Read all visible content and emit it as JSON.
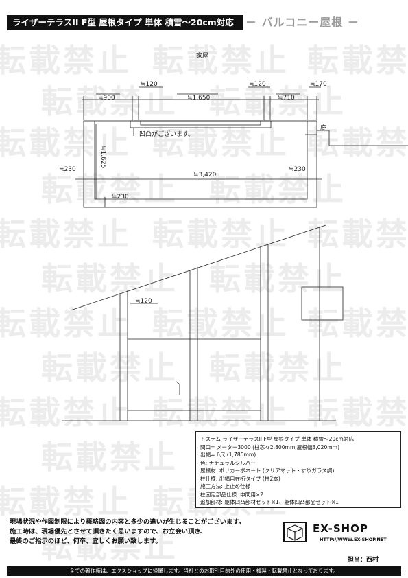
{
  "header": {
    "title": "ライザーテラスII F型 屋根タイプ 単体 積雪〜20cm対応",
    "subtitle": "－ バルコニー屋根 －"
  },
  "watermark": {
    "text": "転載禁止"
  },
  "drawing": {
    "house_label": "家屋",
    "eave_label": "庇",
    "note_label": "凹凸がございます。",
    "dims": {
      "d120_left": "≒120",
      "d120_right": "≒120",
      "d170": "≒170",
      "d900": "≒900",
      "d1650": "≒1,650",
      "d710": "≒710",
      "d1625": "≒1,625",
      "d230_left": "≒230",
      "d3420": "≒3,420",
      "d230_right": "≒230",
      "d230_bottom": "≒230",
      "d120_elev": "≒120"
    }
  },
  "spec": {
    "lines": [
      "トステム ライザーテラスII F型 屋根タイプ 単体 積雪〜20cm対応",
      "間口= メーター3000 (柱芯々2,800mm 屋根幅3,020mm)",
      "出幅= 6尺 (1,785mm)",
      "色: ナチュラルシルバー",
      "屋根材: ポリカーボネート (クリアマット・すりガラス調)",
      "柱仕様: 出幅自在桁タイプ (柱2本)",
      "施工方法: 上止め仕様",
      "柱固定部品仕様: 中間用×2",
      "追加部材: 躯体凹凸部材セット×1、躯体凹凸部品セット×1"
    ]
  },
  "notes": {
    "line1": "現場状況や作図制限により概略図の内容と多少の違いが生じることがございます。",
    "line2": "施工時は、現場優先とさせて頂きたく思いますので、お立会い頂き、",
    "line3": "最終のご指示のほど、何卒、宜しくお願い致します。"
  },
  "logo": {
    "name": "EX-SHOP",
    "url": "HTTP://WWW.EX-SHOP.NET"
  },
  "staff": "担当：西村",
  "footer": "全ての著作権は、エクスショップに帰属します。当社とのお取引目的外の使用・複製・転載禁止となっております。",
  "colors": {
    "ink": "#111111",
    "watermark": "#ececec",
    "subtitle": "#9a9a9a"
  }
}
